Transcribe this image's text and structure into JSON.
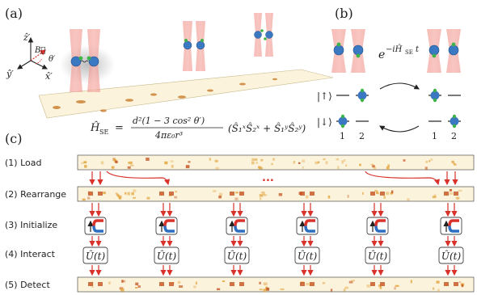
{
  "panels": {
    "a": "(a)",
    "b": "(b)",
    "c": "(c)"
  },
  "axes": {
    "z": "ẑ′",
    "y": "ŷ′",
    "x": "x̂′",
    "B": "B⃗",
    "theta": "θ′"
  },
  "hamiltonian": {
    "lhs": "Ĥ",
    "lhs_sub": "SE",
    "equals": "=",
    "numerator": "d²(1 − 3 cos² θ′)",
    "denominator": "4πε₀r³",
    "rhs": "(Ŝ₁ˣŜ₂ˣ + Ŝ₁ʸŜ₂ʸ)"
  },
  "panel_b": {
    "evolution_op": "e",
    "evolution_exp": "−iĤ",
    "evolution_sub": "SE",
    "evolution_t": "t",
    "state_up": "|↑⟩",
    "state_down": "|↓⟩",
    "site_labels": [
      "1",
      "2",
      "1",
      "2"
    ]
  },
  "steps": [
    "(1) Load",
    "(2) Rearrange",
    "(3) Initialize",
    "(4) Interact",
    "(5) Detect"
  ],
  "ellipsis": "...",
  "unitary": "Û(t)",
  "colors": {
    "tweezer": "#f08880",
    "atom": "#3a78c2",
    "electron": "#3db34a",
    "arrow": "#d9322b",
    "magnet_red": "#d9322b",
    "magnet_blue": "#2c6fc2",
    "strip_bg": "#fbf3dc"
  }
}
